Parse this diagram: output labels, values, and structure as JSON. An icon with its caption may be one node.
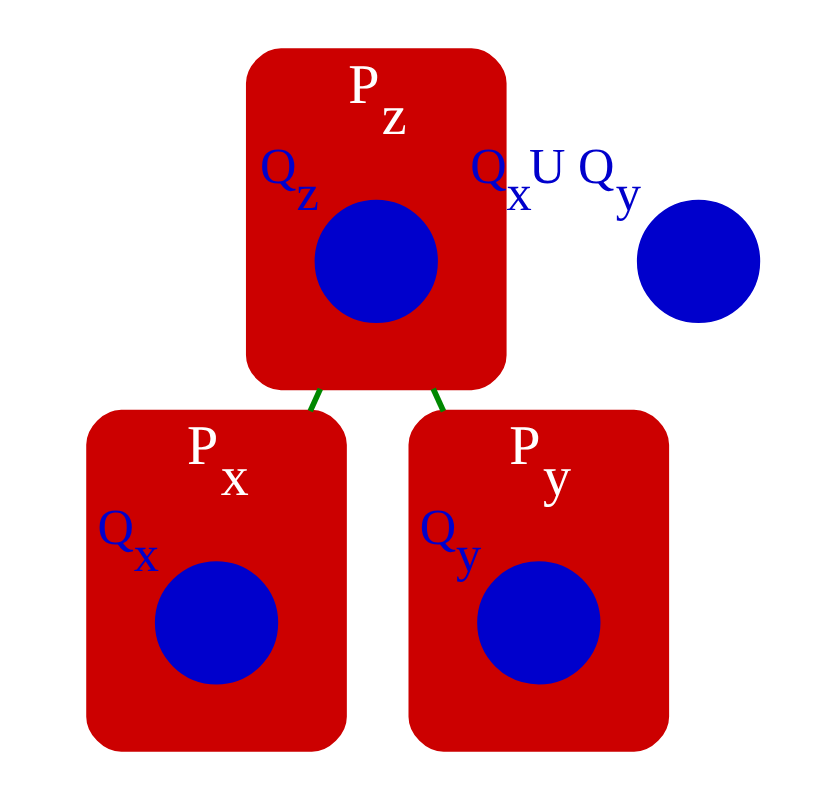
{
  "diagram": {
    "nodes": [
      {
        "text": [
          "P$_{z}$"
        ]
      },
      {
        "text": [],
        "shape": "circle",
        "in": 0,
        "beside": [
          "Q$_{z}$"
        ]
      },
      {
        "text": [
          "P$_{x}$"
        ]
      },
      {
        "text": [],
        "shape": "circle",
        "in": 2,
        "beside": [
          "Q$_{x}$"
        ]
      },
      {
        "text": [
          "P$_{y}$"
        ]
      },
      {
        "text": [],
        "shape": "circle",
        "in": 4,
        "beside": [
          "Q$_{y}$"
        ]
      },
      {
        "text": [],
        "shape": "circle",
        "beside": [
          "Q$_{x}$U Q$_{y}$"
        ]
      }
    ],
    "edges": [
      {
        "from": 0,
        "to": 2,
        "arrow": "none",
        "color": "#008800"
      },
      {
        "from": 0,
        "to": 4,
        "arrow": "none",
        "color": "#008800"
      }
    ]
  }
}
